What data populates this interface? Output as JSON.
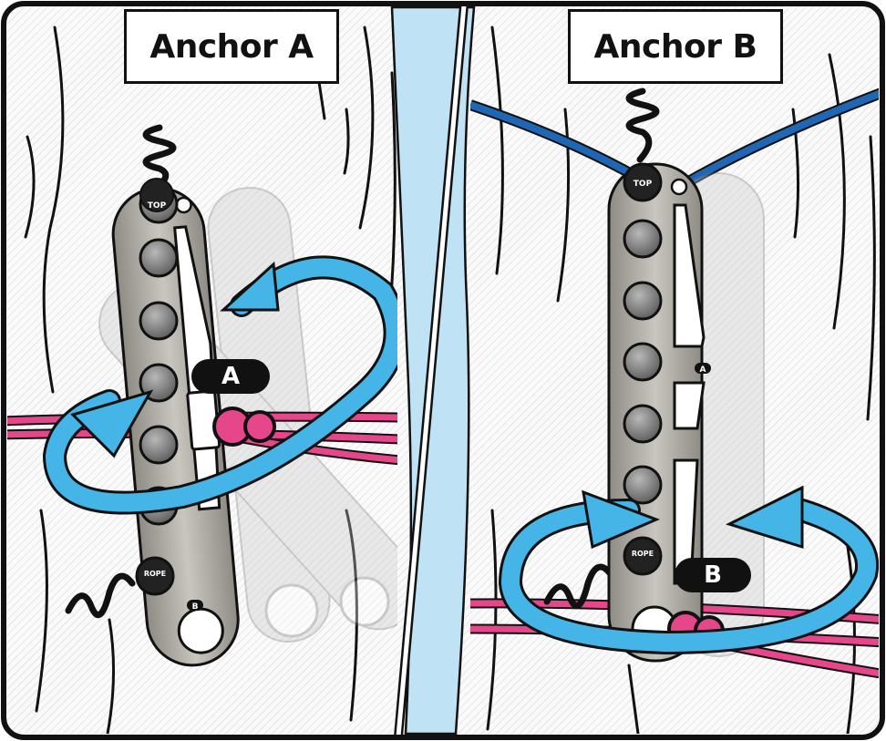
{
  "panels": {
    "left": {
      "title": "Anchor A",
      "step_label": "A"
    },
    "right": {
      "title": "Anchor B",
      "step_label": "B"
    }
  },
  "plate": {
    "top_label": "TOP",
    "rope_label": "ROPE",
    "hole_a_label": "A",
    "hole_b_label": "B"
  },
  "colors": {
    "rope_pink": "#e5478a",
    "rope_blue": "#1f66b5",
    "arrow_blue": "#45b4e6",
    "sky_blue": "#bfe2f4",
    "plate_gray": "#aaa6a0",
    "outline": "#111111"
  },
  "icons": [
    "rotation-arrow-icon",
    "up-arrow-icon",
    "curved-arrow-icon"
  ]
}
